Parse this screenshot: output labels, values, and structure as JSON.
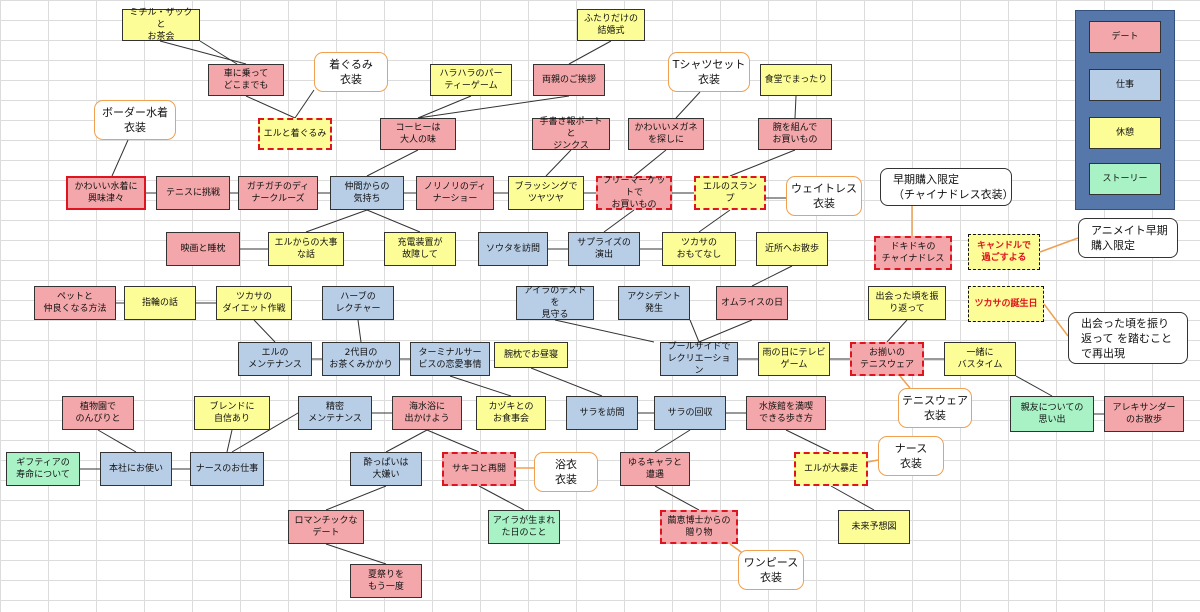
{
  "legend": {
    "date": "デート",
    "work": "仕事",
    "rest": "休憩",
    "story": "ストーリー"
  },
  "nodes": {
    "mithril": "ミチル・ザックと\nお茶会",
    "futari": "ふたりだけの\n結婚式",
    "kuruma": "車に乗って\nどこまでも",
    "harahara": "ハラハラのパー\nティーゲーム",
    "ryoshin": "両親のご挨拶",
    "shokudo": "食堂でまったり",
    "kigurumi": "エルと着ぐるみ",
    "coffee": "コーヒーは\n大人の味",
    "tegaki": "手書き報ポートと\nジンクス",
    "megane": "かわいいメガネ\nを探しに",
    "udegumi": "腕を組んで\nお買いもの",
    "mizugi": "かわいい水着に\n興味津々",
    "tennis": "テニスに挑戦",
    "gachigachi": "ガチガチのディ\nナークルーズ",
    "nakama": "仲間からの\n気持ち",
    "noriri": "ノリノリのディ\nナーショー",
    "brushing": "ブラッシングで\nツヤツヤ",
    "flea": "フリーマーケットで\nお買いもの",
    "slump": "エルのスランプ",
    "eiga": "映画と睡枕",
    "daiji": "エルからの大事\nな話",
    "juden": "充電装置が\n故障して",
    "souta": "ソウタを訪問",
    "surprise": "サプライズの\n演出",
    "omotenashi": "ツカサの\nおもてなし",
    "kinjo": "近所へお散歩",
    "dokidoki": "ドキドキの\nチャイナドレス",
    "candle": "キャンドルで\n過ごすよる",
    "pet": "ペットと\n仲良くなる方法",
    "yubiwa": "指輪の話",
    "diet": "ツカサの\nダイエット作戦",
    "herb": "ハーブの\nレクチャー",
    "aira_test": "アイラのテストを\n見守る",
    "accident": "アクシデント\n発生",
    "omurice": "オムライスの日",
    "deatta": "出会った頃を振\nり返って",
    "birthday": "ツカサの誕生日",
    "el_maint": "エルの\nメンテナンス",
    "nidaime": "2代目の\nお茶くみかかり",
    "terminal": "ターミナルサー\nビスの恋愛事情",
    "udemakura": "腕枕でお昼寝",
    "poolside": "プールサイドで\nレクリエーション",
    "ame": "雨の日にテレビ\nゲーム",
    "tenniswear": "お揃いの\nテニスウェア",
    "issho": "一緒に\nバスタイム",
    "shokubutsu": "植物園で\nのんびりと",
    "blend": "ブレンドに\n自信あり",
    "seimitsu": "精密\nメンテナンス",
    "kaisuiyoku": "海水浴に\n出かけよう",
    "kazuki": "カヅキとの\nお食事会",
    "sara_homon": "サラを訪問",
    "sara_kaishu": "サラの回収",
    "suizokukan": "水族館を満喫\nできる歩き方",
    "shinyu": "親友についての\n思い出",
    "alexander": "アレキサンダー\nのお散歩",
    "giftia": "ギフティアの\n寿命について",
    "honsha": "本社にお使い",
    "nurse_shigoto": "ナースのお仕事",
    "yopparai": "酔っぱいは\n大嫌い",
    "sakiko": "サキコと再開",
    "yurukyara": "ゆるキャラと\n遭遇",
    "el_daienso": "エルが大暴走",
    "romantic": "ロマンチックな\nデート",
    "aira_umare": "アイラが生まれ\nた日のこと",
    "hakase": "繭恵博士からの\n贈り物",
    "mirai": "未来予想図",
    "natsumatsuri": "夏祭りを\nもう一度"
  },
  "callouts": {
    "kigurumi": "着ぐるみ\n衣装",
    "tshirt": "Tシャツセット\n衣装",
    "border": "ボーダー水着\n衣装",
    "waitress": "ウェイトレス\n衣装",
    "china": "早期購入限定\n（チャイナドレス衣装）",
    "animate": "アニメイト早期\n購入限定",
    "deatta": "出会った頃を振り\n返って を踏むこと\nで再出現",
    "tennis": "テニスウェア\n衣装",
    "nurse": "ナース\n衣装",
    "yukata": "浴衣\n衣装",
    "onepiece": "ワンピース\n衣装"
  },
  "colors": {
    "date": "#f4a7aa",
    "work": "#b8cde6",
    "rest": "#fdfd98",
    "story": "#a8f2c6",
    "highlight": "#e0141e",
    "callout_border": "#f0a050",
    "legend_bg": "#5577aa"
  }
}
